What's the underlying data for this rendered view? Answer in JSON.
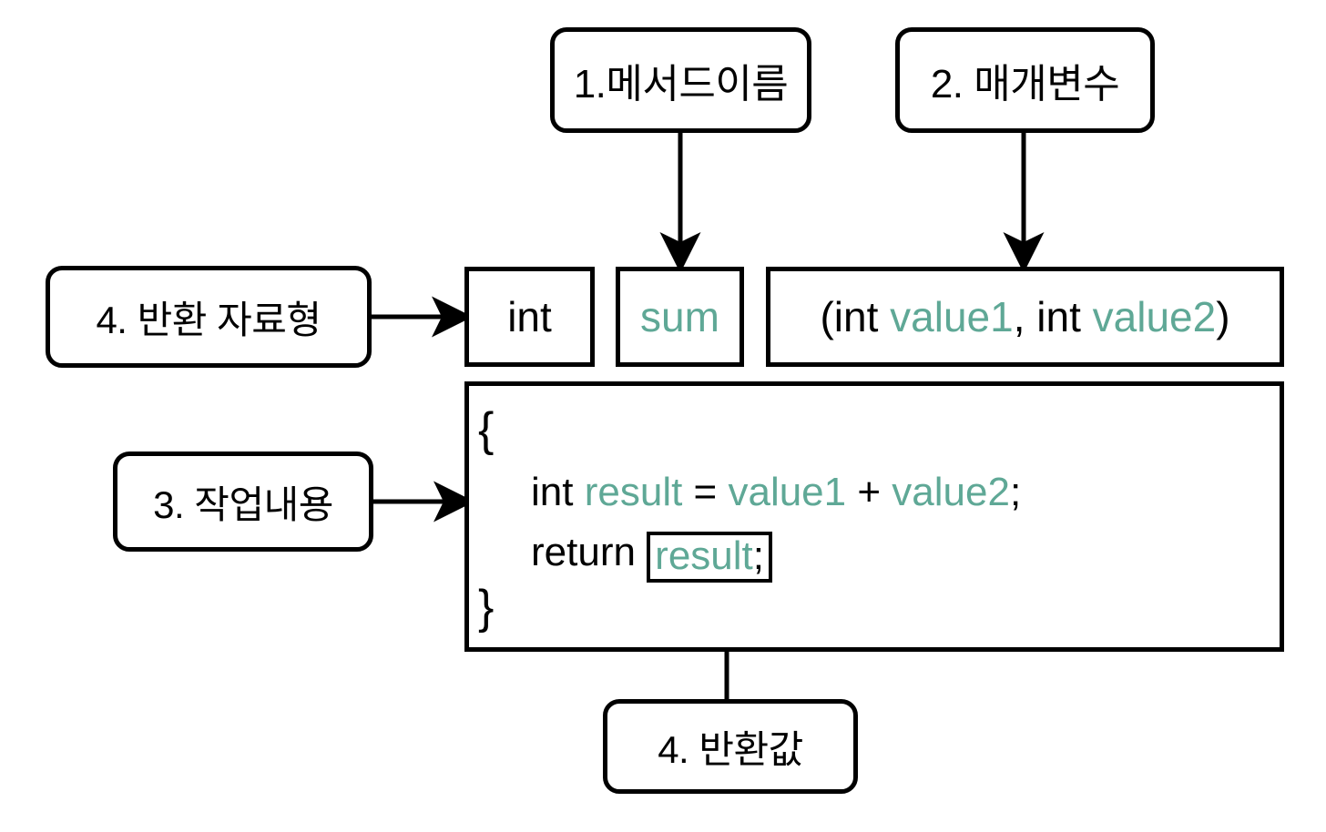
{
  "diagram": {
    "title": "Java method declaration structure",
    "language": "ko",
    "colors": {
      "background": "#ffffff",
      "stroke": "#000000",
      "identifier_teal": "#5FA896",
      "keyword_black": "#000000"
    }
  },
  "callouts": {
    "method_name": "1.메서드이름",
    "parameters": "2. 매개변수",
    "body": "3. 작업내용",
    "return_type": "4. 반환 자료형",
    "return_value": "4. 반환값"
  },
  "signature": {
    "return_type": "int",
    "method_name": "sum",
    "parameter_list": {
      "open_paren": "(",
      "param1_type": "int",
      "param1_name": "value1",
      "separator": ", ",
      "param2_type": "int",
      "param2_name": "value2",
      "close_paren": ")"
    }
  },
  "body": {
    "brace_open": "{",
    "brace_close": "}",
    "assignment": {
      "type": "int",
      "space1": " ",
      "variable": "result",
      "operator_assign": " = ",
      "operand1": "value1",
      "operator_plus": " + ",
      "operand2": "value2",
      "terminator": ";"
    },
    "return_statement": {
      "keyword": "return ",
      "value": "result",
      "terminator": ";"
    }
  },
  "connectors": [
    {
      "name": "method-name-arrow",
      "from": "1.메서드이름",
      "to": "sum",
      "direction": "down"
    },
    {
      "name": "parameters-arrow",
      "from": "2. 매개변수",
      "to": "(int value1, int value2)",
      "direction": "down"
    },
    {
      "name": "return-type-arrow",
      "from": "4. 반환 자료형",
      "to": "int",
      "direction": "right"
    },
    {
      "name": "body-arrow",
      "from": "3. 작업내용",
      "to": "method-body",
      "direction": "right"
    },
    {
      "name": "return-value-arrow",
      "from": "4. 반환값",
      "to": "result;",
      "direction": "up"
    }
  ]
}
